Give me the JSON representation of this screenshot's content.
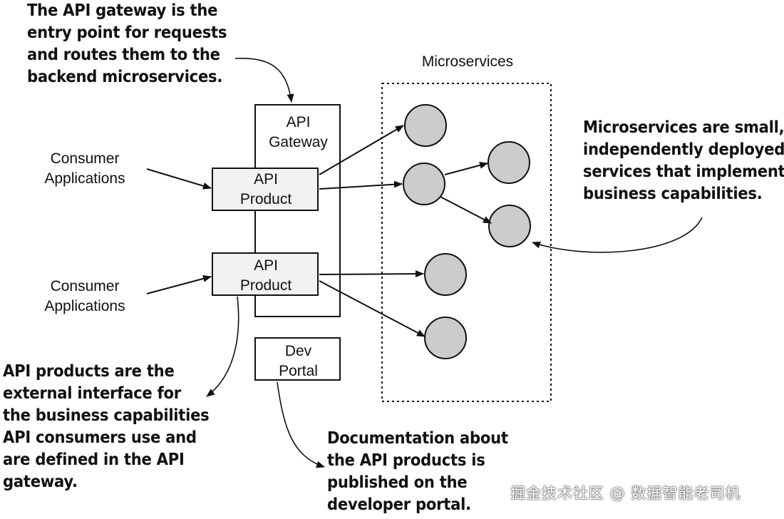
{
  "callouts": {
    "gateway": [
      "The API gateway is the",
      "entry point for requests",
      "and routes them to the",
      "backend microservices."
    ],
    "microservices": [
      "Microservices are small,",
      "independently deployed",
      "services that implement",
      "business capabilities."
    ],
    "products": [
      "API products are the",
      "external interface for",
      "the business capabilities",
      "API consumers use and",
      "are defined in the API",
      "gateway."
    ],
    "portal": [
      "Documentation about",
      "the API products is",
      "published on the",
      "developer portal."
    ]
  },
  "labels": {
    "microservices_group": "Microservices",
    "api_gateway": [
      "API",
      "Gateway"
    ],
    "api_product": [
      "API",
      "Product"
    ],
    "consumer_applications": [
      "Consumer",
      "Applications"
    ],
    "dev_portal": [
      "Dev",
      "Portal"
    ]
  },
  "watermark": "掘金技术社区 @ 数据智能老司机",
  "colors": {
    "circle_fill": "#cccccc",
    "box_fill": "#f2f2f2",
    "stroke": "#111111"
  }
}
